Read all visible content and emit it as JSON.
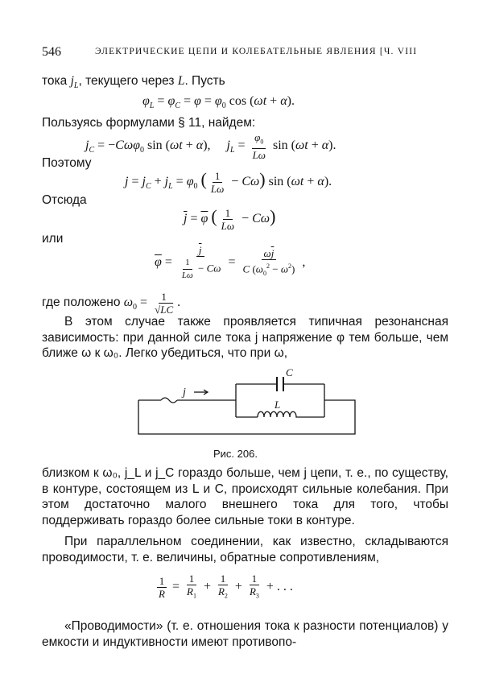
{
  "header": {
    "page_number": "546",
    "running_title": "ЭЛЕКТРИЧЕСКИЕ ЦЕПИ И КОЛЕБАТЕЛЬНЫЕ ЯВЛЕНИЯ",
    "chapter_ref": "[Ч. VIII"
  },
  "text": {
    "line1": "тока j_L, текущего через L. Пусть",
    "line1_a": "тока",
    "line1_b": ", текущего через",
    "line1_c": ". Пусть",
    "line2": "Пользуясь формулами § 11, найдем:",
    "line3": "Поэтому",
    "line4": "Отсюда",
    "line5": "или",
    "line6": "где положено",
    "para1": "В этом случае также проявляется типичная резонансная зависимость: при данной силе тока j напряжение φ тем больше, чем ближе ω к ω₀. Легко убедиться, что при ω,",
    "para2": "близком к ω₀, j_L и j_C гораздо больше, чем j цепи, т. е., по существу, в контуре, состоящем из L и C, происходят сильные колебания. При этом достаточно малого внешнего тока для того, чтобы поддерживать гораздо более сильные токи в контуре.",
    "para3": "При параллельном соединении, как известно, складываются проводимости, т. е. величины, обратные сопротивлениям,",
    "para4": "«Проводимости» (т. е. отношения тока к разности потенциалов) у емкости и индуктивности имеют противопо-"
  },
  "formulas": {
    "f1": "φ_L = φ_C = φ = φ₀ cos(ωt + α).",
    "f2": "j_C = −Cωφ₀ sin(ωt + α),   j_L = φ₀/(Lω) sin(ωt + α).",
    "f3": "j = j_C + j_L = φ₀ (1/(Lω) − Cω) sin(ωt + α).",
    "f4": "j̄ = φ̄ (1/(Lω) − Cω)",
    "f5": "φ̄ = j̄ / (1/(Lω) − Cω) = ωj̄ / (C(ω₀² − ω²)),",
    "f6": "ω₀ = 1/√(LC).",
    "f7": "1/R = 1/R₁ + 1/R₂ + 1/R₃ + …"
  },
  "figure": {
    "caption": "Рис. 206.",
    "label_current": "j",
    "label_capacitor": "C",
    "label_inductor": "L"
  }
}
